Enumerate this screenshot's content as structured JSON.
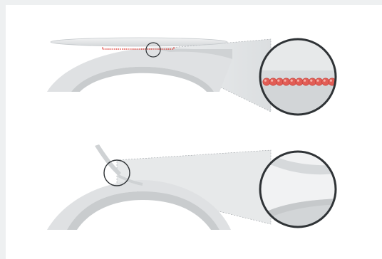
{
  "colors": {
    "background": "#eef0f1",
    "canvas": "#ffffff",
    "structure_light": "#dfe1e3",
    "structure_mid": "#c9ccce",
    "structure_dark": "#b4b8bb",
    "magnifier_ring": "#2f3336",
    "cone": "#e3e5e7",
    "bead_fill": "#e25d55",
    "bead_highlight": "#f6b3ab",
    "dotted_line": "#e24a44"
  },
  "panels": [
    {
      "name": "top-panel",
      "beads_in_magnifier": 11
    },
    {
      "name": "bottom-panel",
      "beads_in_magnifier": 0
    }
  ]
}
